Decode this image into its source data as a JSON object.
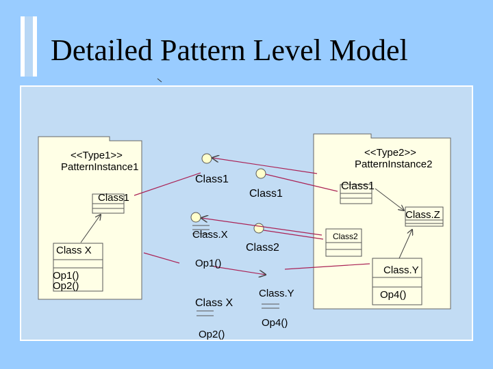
{
  "slide": {
    "title": "Detailed Pattern Level Model",
    "colors": {
      "background": "#99ccff",
      "panel": "#c2dcf4",
      "package": "#ffffe6",
      "circle": "#ffffcc",
      "bar": "#2f4fa8"
    }
  },
  "diagram": {
    "package_left": {
      "stereotype": "<<Type1>>",
      "name": "PatternInstance1",
      "class_top": "Class1",
      "class_bottom": "Class X",
      "op1": "Op1()",
      "op2": "Op2()"
    },
    "package_right": {
      "stereotype": "<<Type2>>",
      "name": "PatternInstance2",
      "class_top": "Class1",
      "class_z": "Class.Z",
      "class2_small": "Class2",
      "class_y": "Class.Y",
      "op4": "Op4()"
    },
    "middle": {
      "iface_class1_a": "Class1",
      "iface_class1_b": "Class1",
      "iface_classx_a": "Class.X",
      "iface_class2": "Class2",
      "op1": "Op1()",
      "iface_classx_b": "Class X",
      "iface_classy": "Class.Y",
      "op2": "Op2()",
      "op4": "Op4()"
    }
  }
}
